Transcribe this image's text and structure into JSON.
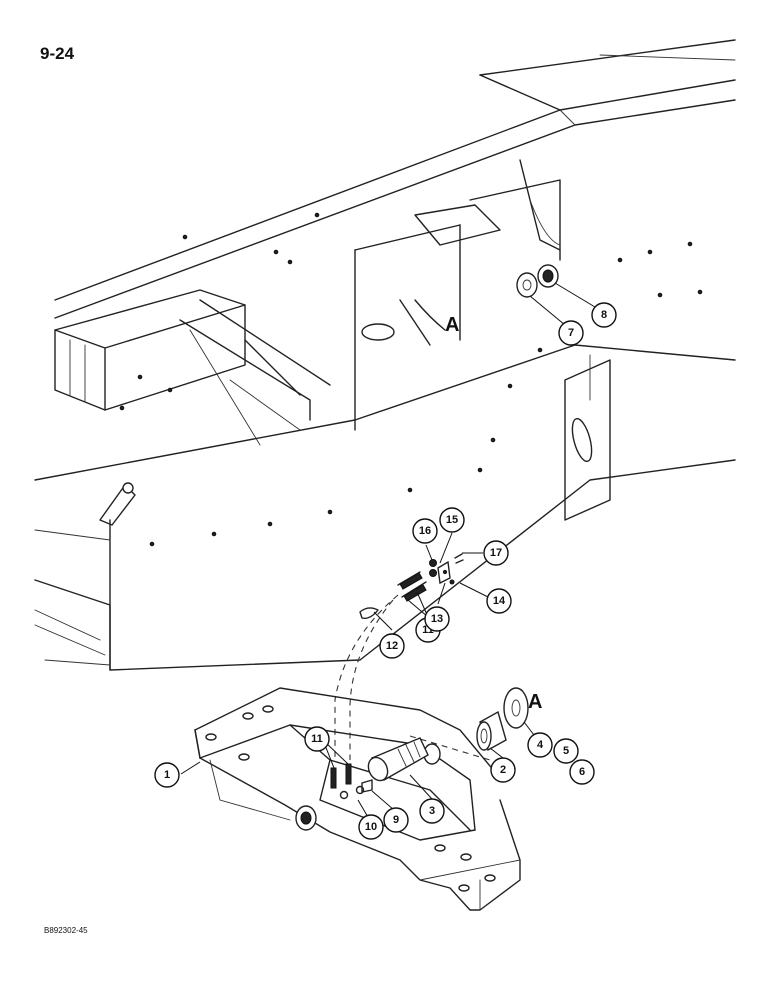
{
  "page": {
    "number": "9-24",
    "figure_code": "B892302-45"
  },
  "reference_letter": "A",
  "callouts": [
    "1",
    "2",
    "3",
    "4",
    "5",
    "6",
    "7",
    "8",
    "9",
    "10",
    "11",
    "11",
    "12",
    "13",
    "14",
    "15",
    "16",
    "17"
  ]
}
